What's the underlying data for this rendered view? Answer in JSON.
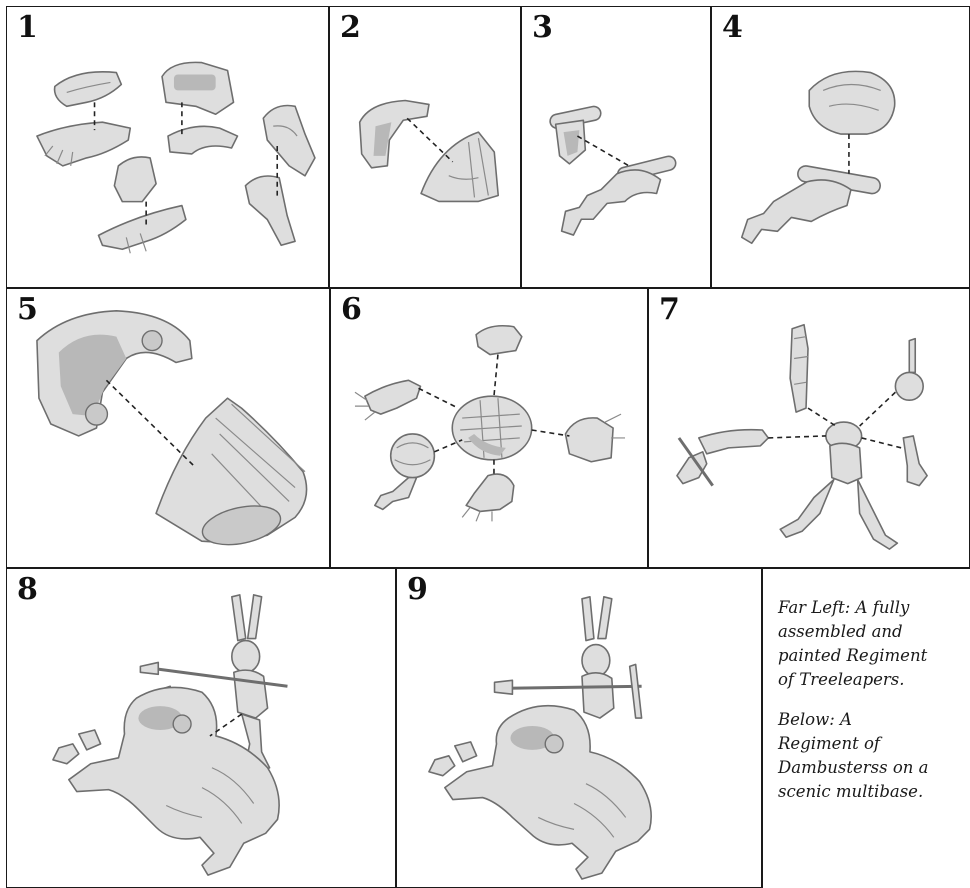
{
  "panels": [
    {
      "number": "1"
    },
    {
      "number": "2"
    },
    {
      "number": "3"
    },
    {
      "number": "4"
    },
    {
      "number": "5"
    },
    {
      "number": "6"
    },
    {
      "number": "7"
    },
    {
      "number": "8"
    },
    {
      "number": "9"
    }
  ],
  "caption": {
    "far_left": "Far Left: A fully\nassembled and\npainted Regiment\nof Treeleapers.",
    "below": "Below: A\nRegiment of\nDambusterss on a\nscenic multibase."
  }
}
